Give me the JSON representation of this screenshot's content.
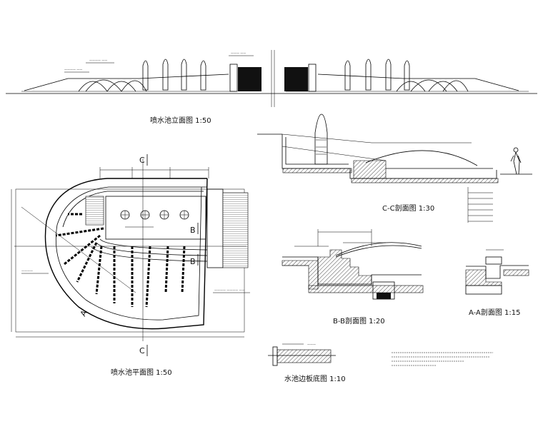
{
  "titles": {
    "elevation": "喷水池立面图  1:50",
    "plan": "喷水池平面图  1:50",
    "section_cc": "C-C剖面图  1:30",
    "section_bb": "B-B剖面图  1:20",
    "section_aa": "A-A剖面图  1:15",
    "detail": "水池边板底图  1:10"
  },
  "section_marks": {
    "c_top": "C",
    "c_bottom": "C",
    "b_upper": "B",
    "b_lower": "B",
    "a": "A"
  },
  "colors": {
    "ink": "#000000",
    "paper": "#ffffff"
  }
}
